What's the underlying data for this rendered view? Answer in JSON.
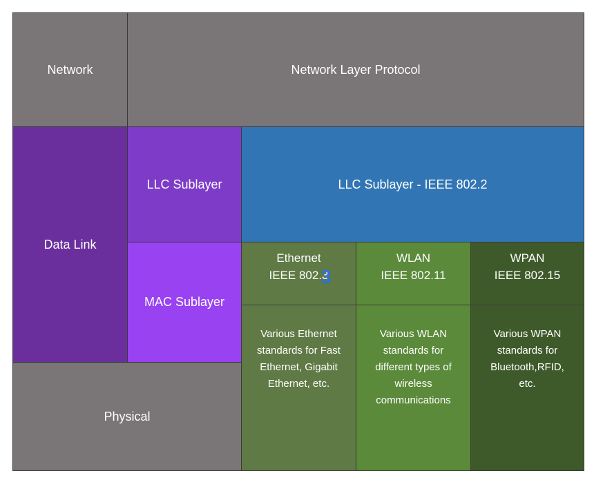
{
  "rows": {
    "network": "Network",
    "network_protocol": "Network Layer Protocol",
    "data_link": "Data Link",
    "physical": "Physical"
  },
  "sublayers": {
    "llc": "LLC Sublayer",
    "mac": "MAC Sublayer",
    "llc_standard": "LLC Sublayer - IEEE 802.2"
  },
  "columns": [
    {
      "name": "Ethernet",
      "standard": "IEEE 802.3",
      "description": [
        "Various Ethernet",
        "standards for Fast",
        "Ethernet, Gigabit",
        "Ethernet, etc."
      ]
    },
    {
      "name": "WLAN",
      "standard": "IEEE 802.11",
      "description": [
        "Various WLAN",
        "standards for",
        "different types of",
        "wireless",
        "communications"
      ]
    },
    {
      "name": "WPAN",
      "standard": "IEEE 802.15",
      "description": [
        "Various WPAN",
        "standards for",
        "Bluetooth,RFID,",
        "etc."
      ]
    }
  ],
  "marker": "3",
  "colors": {
    "grey": "#7a7576",
    "data_link": "#6a2f9d",
    "llc": "#7e3bc8",
    "mac": "#9842f2",
    "llc_standard": "#3175b4",
    "ethernet": "#5f7a45",
    "wlan": "#5a8a3a",
    "wpan": "#3f5a2a",
    "marker": "#2f6fd6"
  }
}
